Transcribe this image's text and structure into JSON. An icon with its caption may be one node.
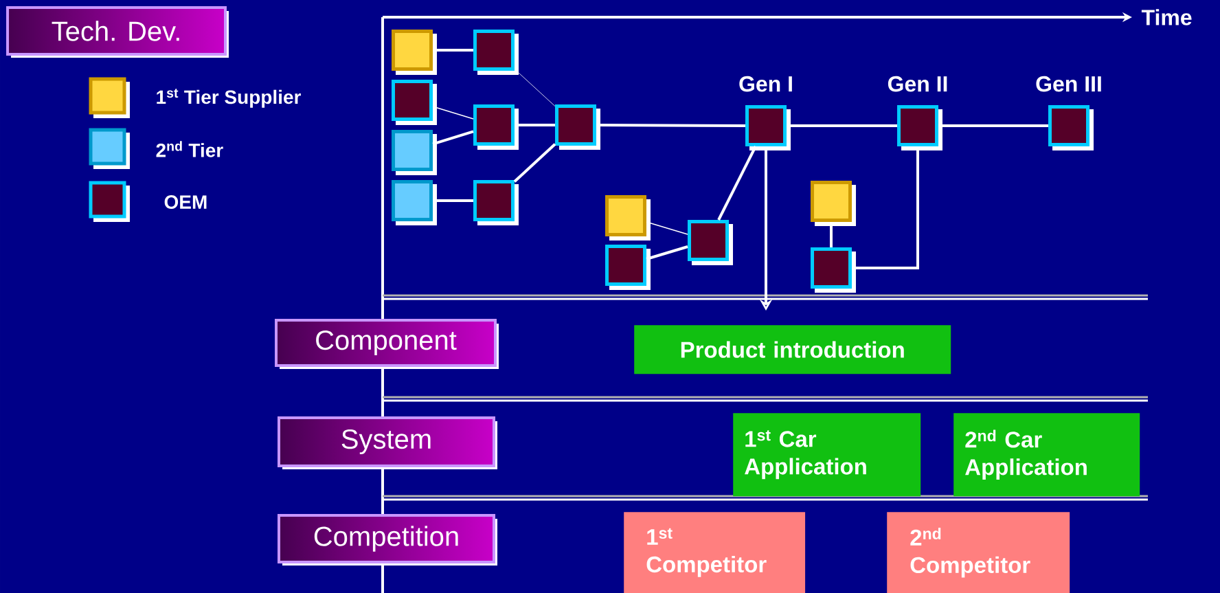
{
  "diagram": {
    "nodes": [
      {
        "text": [
          "Tech. Dev."
        ]
      },
      {
        "text": [],
        "shape": "box"
      },
      {
        "text": [],
        "shape": "box"
      },
      {
        "text": [],
        "shape": "box"
      },
      {
        "text": [],
        "shape": "box"
      },
      {
        "text": [],
        "shape": "box"
      },
      {
        "text": [
          "Gen I"
        ]
      },
      {
        "text": [
          "Gen II"
        ]
      },
      {
        "text": [
          "Gen III"
        ]
      },
      {
        "text": [],
        "shape": "box"
      },
      {
        "text": [],
        "shape": "box"
      },
      {
        "text": [],
        "shape": "box"
      },
      {
        "text": [],
        "shape": "box"
      },
      {
        "text": [],
        "shape": "box"
      },
      {
        "text": [],
        "shape": "box"
      },
      {
        "text": [],
        "shape": "box"
      },
      {
        "text": [],
        "shape": "box"
      },
      {
        "text": [
          "Component"
        ]
      },
      {
        "text": [
          "Product introduction"
        ]
      },
      {
        "text": [
          "System"
        ]
      },
      {
        "text": [
          "1$^{st}$ Car Application"
        ]
      },
      {
        "text": [
          "2$^{nd}$ Car Application"
        ]
      },
      {
        "text": [
          "Competition"
        ]
      },
      {
        "text": [
          "1$^{st}$ Competitor"
        ]
      },
      {
        "text": [
          "2$^{nd}$ Competitor"
        ]
      }
    ],
    "edges": [
      {
        "from": 1,
        "to": 2,
        "arrow": "none"
      },
      {
        "from": 3,
        "to": 4,
        "arrow": "none"
      },
      {
        "from": 9,
        "to": 4,
        "arrow": "none"
      },
      {
        "from": 10,
        "to": 11,
        "arrow": "none"
      },
      {
        "from": 2,
        "to": 5,
        "arrow": "none"
      },
      {
        "from": 4,
        "to": 5,
        "arrow": "none"
      },
      {
        "from": 11,
        "to": 5,
        "arrow": "none"
      },
      {
        "from": 5,
        "to": 6,
        "arrow": "none"
      },
      {
        "from": 6,
        "to": 7,
        "arrow": "none"
      },
      {
        "from": 7,
        "to": 8,
        "arrow": "none"
      },
      {
        "from": 13,
        "to": 14,
        "arrow": "none"
      },
      {
        "from": 15,
        "to": 14,
        "arrow": "none"
      },
      {
        "from": 14,
        "to": 6,
        "arrow": "none"
      },
      {
        "from": 12,
        "to": 16,
        "arrow": "none"
      },
      {
        "from": 16,
        "to": 7,
        "arrow": "none"
      },
      {
        "from": 6,
        "to": null,
        "arrow": "to"
      }
    ],
    "labels": [
      "Time"
    ],
    "legend": [
      {
        "text": "1$^{st}$ Tier Supplier",
        "color": "#ffd740"
      },
      {
        "text": "2$^{nd}$ Tier",
        "color": "#66ccff"
      },
      {
        "text": "OEM",
        "color": "#550028"
      }
    ]
  }
}
